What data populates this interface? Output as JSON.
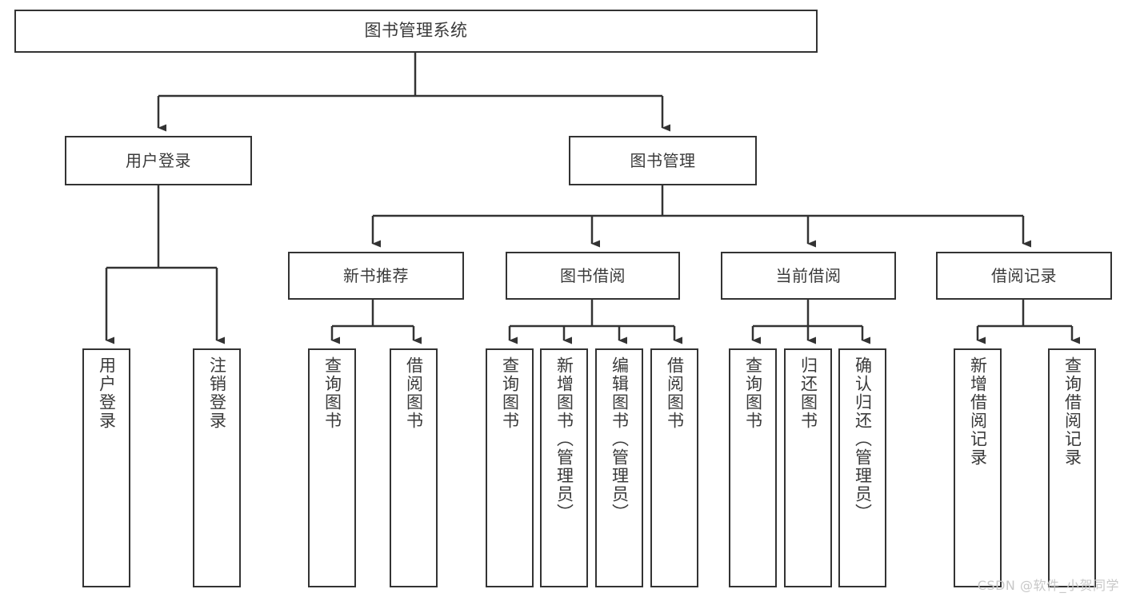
{
  "diagram": {
    "title": "图书管理系统",
    "watermark": "CSDN @软件_小贺同学",
    "colors": {
      "stroke": "#333333",
      "box_fill": "#ffffff",
      "text": "#3a3a3a",
      "background": "#ffffff",
      "watermark": "#c8c8c8"
    },
    "root": {
      "label": "图书管理系统"
    },
    "level2": [
      {
        "label": "用户登录"
      },
      {
        "label": "图书管理"
      }
    ],
    "level3": [
      {
        "label": "新书推荐"
      },
      {
        "label": "图书借阅"
      },
      {
        "label": "当前借阅"
      },
      {
        "label": "借阅记录"
      }
    ],
    "leaves": {
      "user_login": [
        {
          "label": "用户登录"
        },
        {
          "label": "注销登录"
        }
      ],
      "new_book_recommend": [
        {
          "label": "查询图书"
        },
        {
          "label": "借阅图书"
        }
      ],
      "book_borrow": [
        {
          "label": "查询图书"
        },
        {
          "label": "新增图书（管理员）"
        },
        {
          "label": "编辑图书（管理员）"
        },
        {
          "label": "借阅图书"
        }
      ],
      "current_borrow": [
        {
          "label": "查询图书"
        },
        {
          "label": "归还图书"
        },
        {
          "label": "确认归还（管理员）"
        }
      ],
      "borrow_record": [
        {
          "label": "新增借阅记录"
        },
        {
          "label": "查询借阅记录"
        }
      ]
    }
  }
}
